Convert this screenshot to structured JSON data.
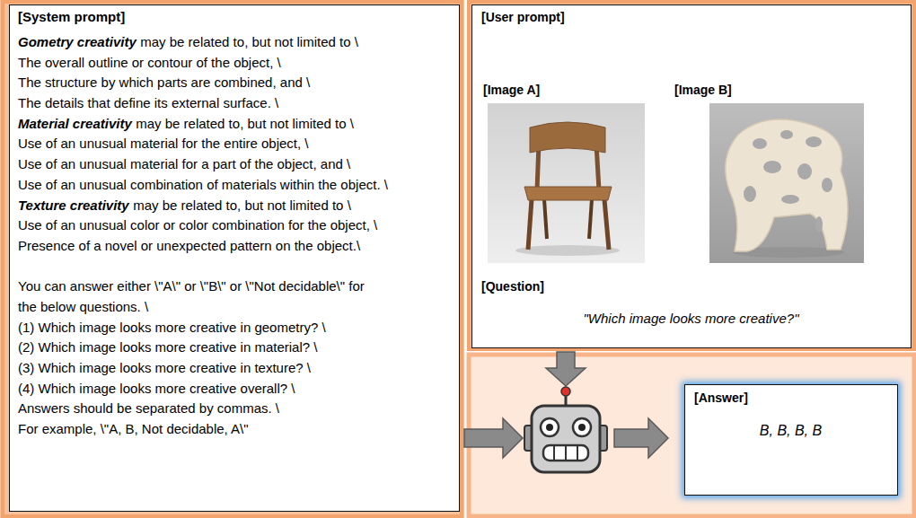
{
  "diagram": {
    "nodes": [
      {
        "text": [
          "[System prompt]",
          "Gometry creativity",
          "may be related to, but not limited to \\",
          "The overall outline or contour of the object, \\",
          "The structure by which parts are combined, and \\",
          "The details that define its external surface. \\",
          "Material creativity",
          "may be related to, but not limited to \\",
          "Use of an unusual material for the entire object, \\",
          "Use of an unusual material for a part of the object, and \\",
          "Use of an unusual combination of materials within the object. \\",
          "Texture creativity",
          "may be related to, but not limited to \\",
          "Use of an unusual color or color combination for the object, \\",
          "Presence of a novel or unexpected pattern on the object.\\",
          "You can answer either \\\"A\\\" or \\\"B\\\" or \\\"Not decidable\\\" for",
          "the below questions. \\",
          "(1) Which image looks more creative in geometry? \\",
          "(2) Which image looks more creative in material? \\",
          "(3) Which image looks more creative in texture? \\",
          "(4) Which image looks more creative overall? \\",
          "Answers should be separated by commas. \\",
          "For example, \\\"A, B, Not decidable, A\\\""
        ]
      },
      {
        "text": [
          "[User prompt]",
          "[Image A]",
          "[Image B]",
          "[Question]",
          "\"Which image looks more creative?\""
        ]
      },
      {
        "text": [
          "[Answer]",
          "B, B, B, B"
        ]
      }
    ]
  }
}
